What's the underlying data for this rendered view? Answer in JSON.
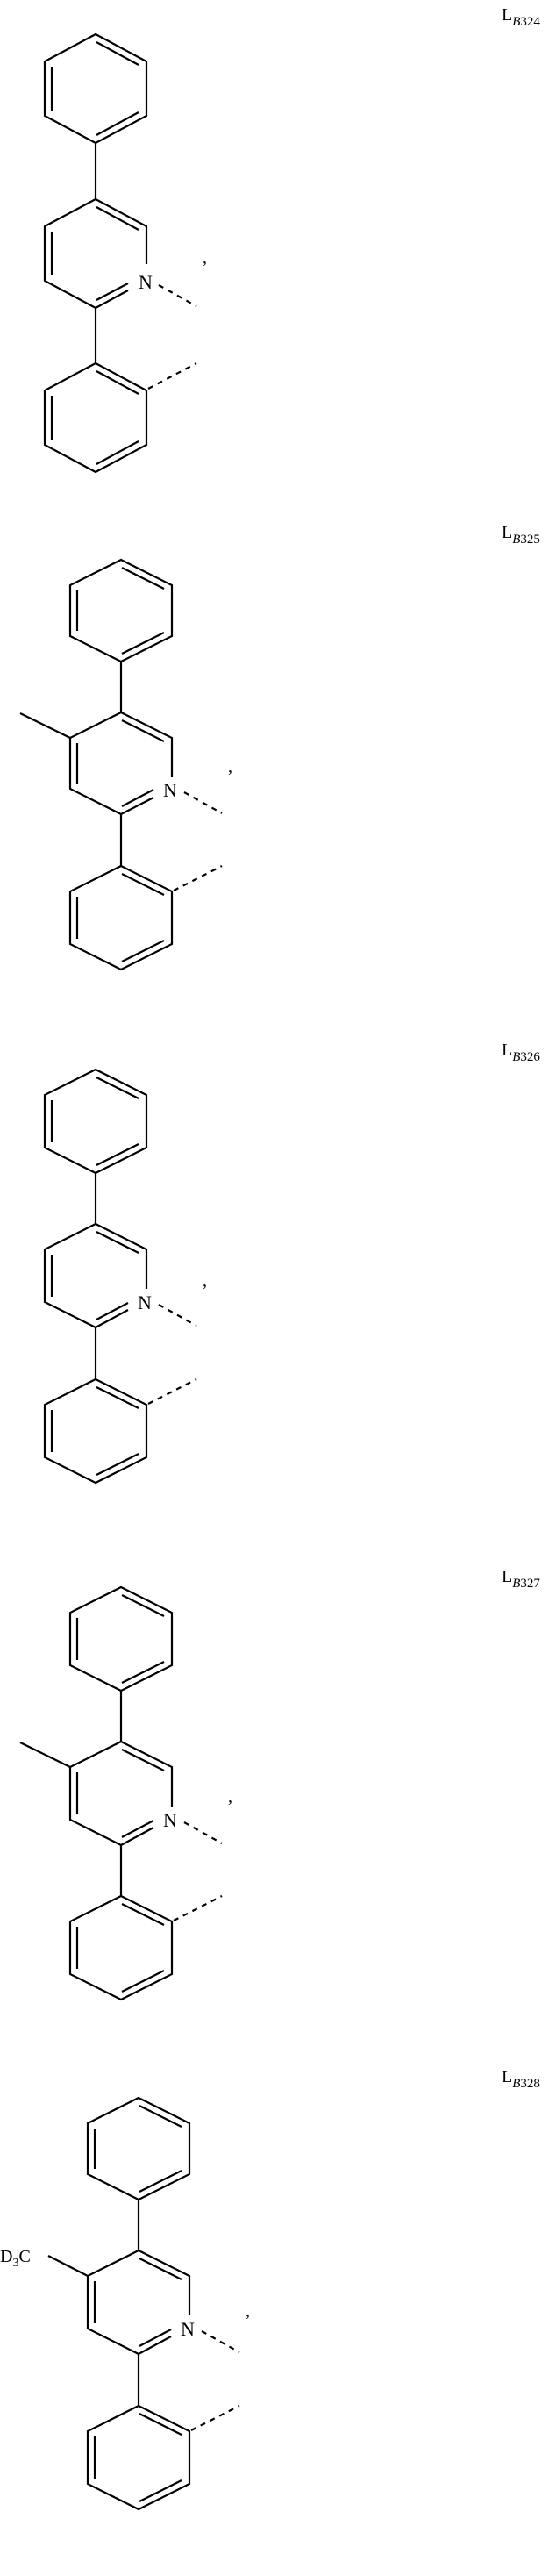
{
  "page": {
    "background": "#ffffff",
    "ink": "#000000"
  },
  "compounds": [
    {
      "id": "LB324",
      "label": {
        "main": "L",
        "sub_italic": "B",
        "sub_num": "324"
      },
      "substituent_4_position": "none",
      "heteroatom": "N",
      "separator": ","
    },
    {
      "id": "LB325",
      "label": {
        "main": "L",
        "sub_italic": "B",
        "sub_num": "325"
      },
      "substituent_4_position": "methyl",
      "heteroatom": "N",
      "separator": ","
    },
    {
      "id": "LB326",
      "label": {
        "main": "L",
        "sub_italic": "B",
        "sub_num": "326"
      },
      "substituent_4_position": "none",
      "heteroatom": "N",
      "separator": ","
    },
    {
      "id": "LB327",
      "label": {
        "main": "L",
        "sub_italic": "B",
        "sub_num": "327"
      },
      "substituent_4_position": "methyl",
      "heteroatom": "N",
      "separator": ","
    },
    {
      "id": "LB328",
      "label": {
        "main": "L",
        "sub_italic": "B",
        "sub_num": "328"
      },
      "substituent_4_position": "CD3",
      "substituent_text": {
        "D": "D",
        "sub": "3",
        "C": "C"
      },
      "heteroatom": "N",
      "separator": ","
    }
  ]
}
